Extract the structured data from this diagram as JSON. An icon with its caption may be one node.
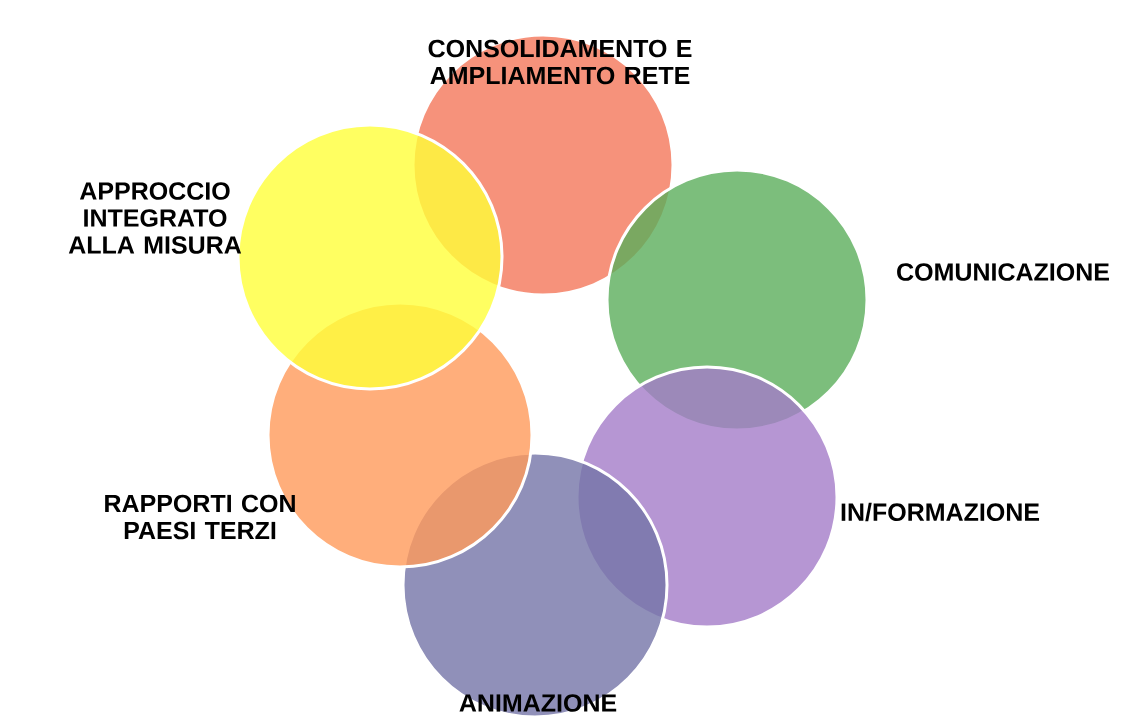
{
  "diagram": {
    "nodes": [
      {
        "text": [
          "CONSOLIDAMENTO E AMPLIAMENTO RETE"
        ]
      },
      {
        "text": [
          "COMUNICAZIONE"
        ]
      },
      {
        "text": [
          "IN/FORMAZIONE"
        ]
      },
      {
        "text": [
          "ANIMAZIONE"
        ]
      },
      {
        "text": [
          "RAPPORTI CON PAESI TERZI"
        ]
      },
      {
        "text": [
          "APPROCCIO INTEGRATO ALLA MISURA"
        ]
      }
    ]
  }
}
